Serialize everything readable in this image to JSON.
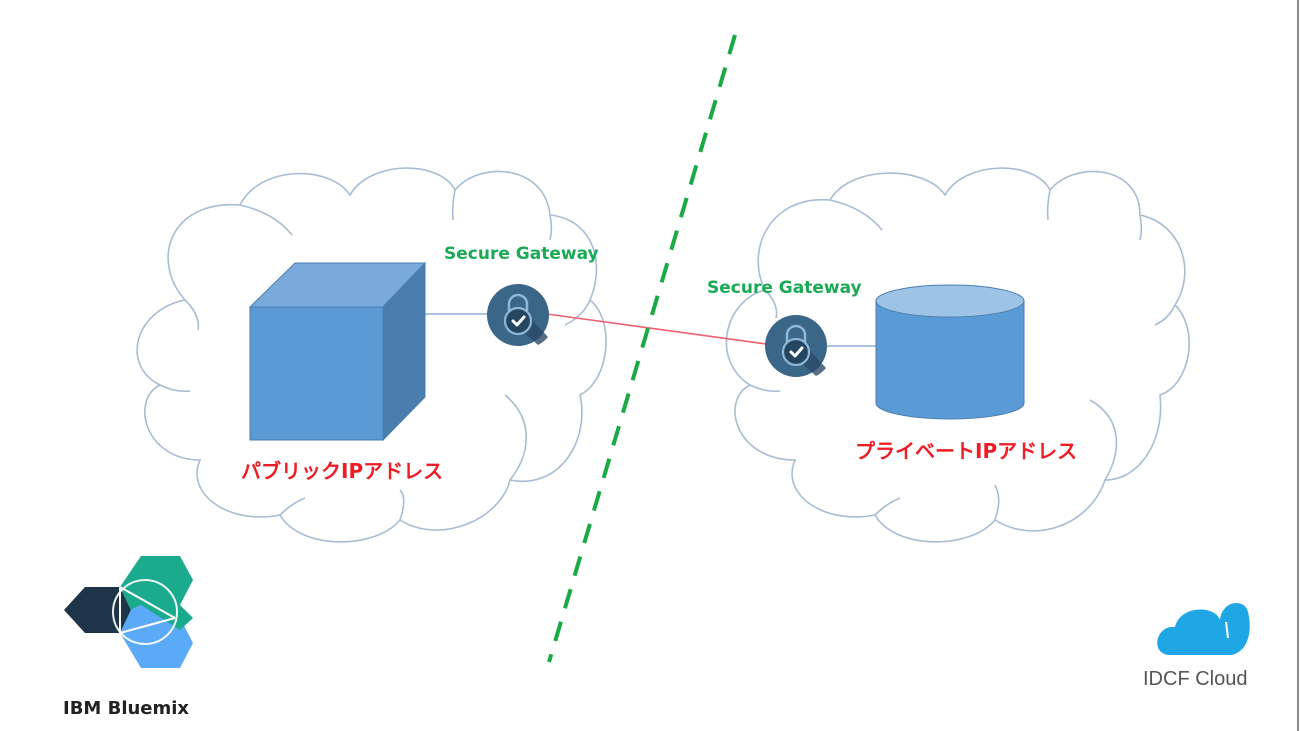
{
  "diagram": {
    "left_zone": {
      "server_label": "パブリックIPアドレス",
      "gateway_label": "Secure Gateway",
      "gateway_icon": "lock-check-icon",
      "server_icon": "cube-server-icon"
    },
    "right_zone": {
      "server_label": "プライベートIPアドレス",
      "gateway_label": "Secure Gateway",
      "gateway_icon": "lock-check-icon",
      "server_icon": "database-cylinder-icon"
    },
    "divider": {
      "style": "dashed",
      "color": "#1aaa44"
    },
    "tunnel": {
      "color": "#f06070"
    },
    "logos": {
      "left": "IBM Bluemix",
      "right": "IDCF Cloud"
    },
    "colors": {
      "gateway_text": "#1aaa55",
      "ip_text": "#ee1c25",
      "cloud_outline": "#a8bcd4",
      "box_front": "#5b9bd5",
      "box_top": "#7aaadb",
      "box_side": "#4a7eae",
      "lock_bg": "#3a6688"
    }
  }
}
